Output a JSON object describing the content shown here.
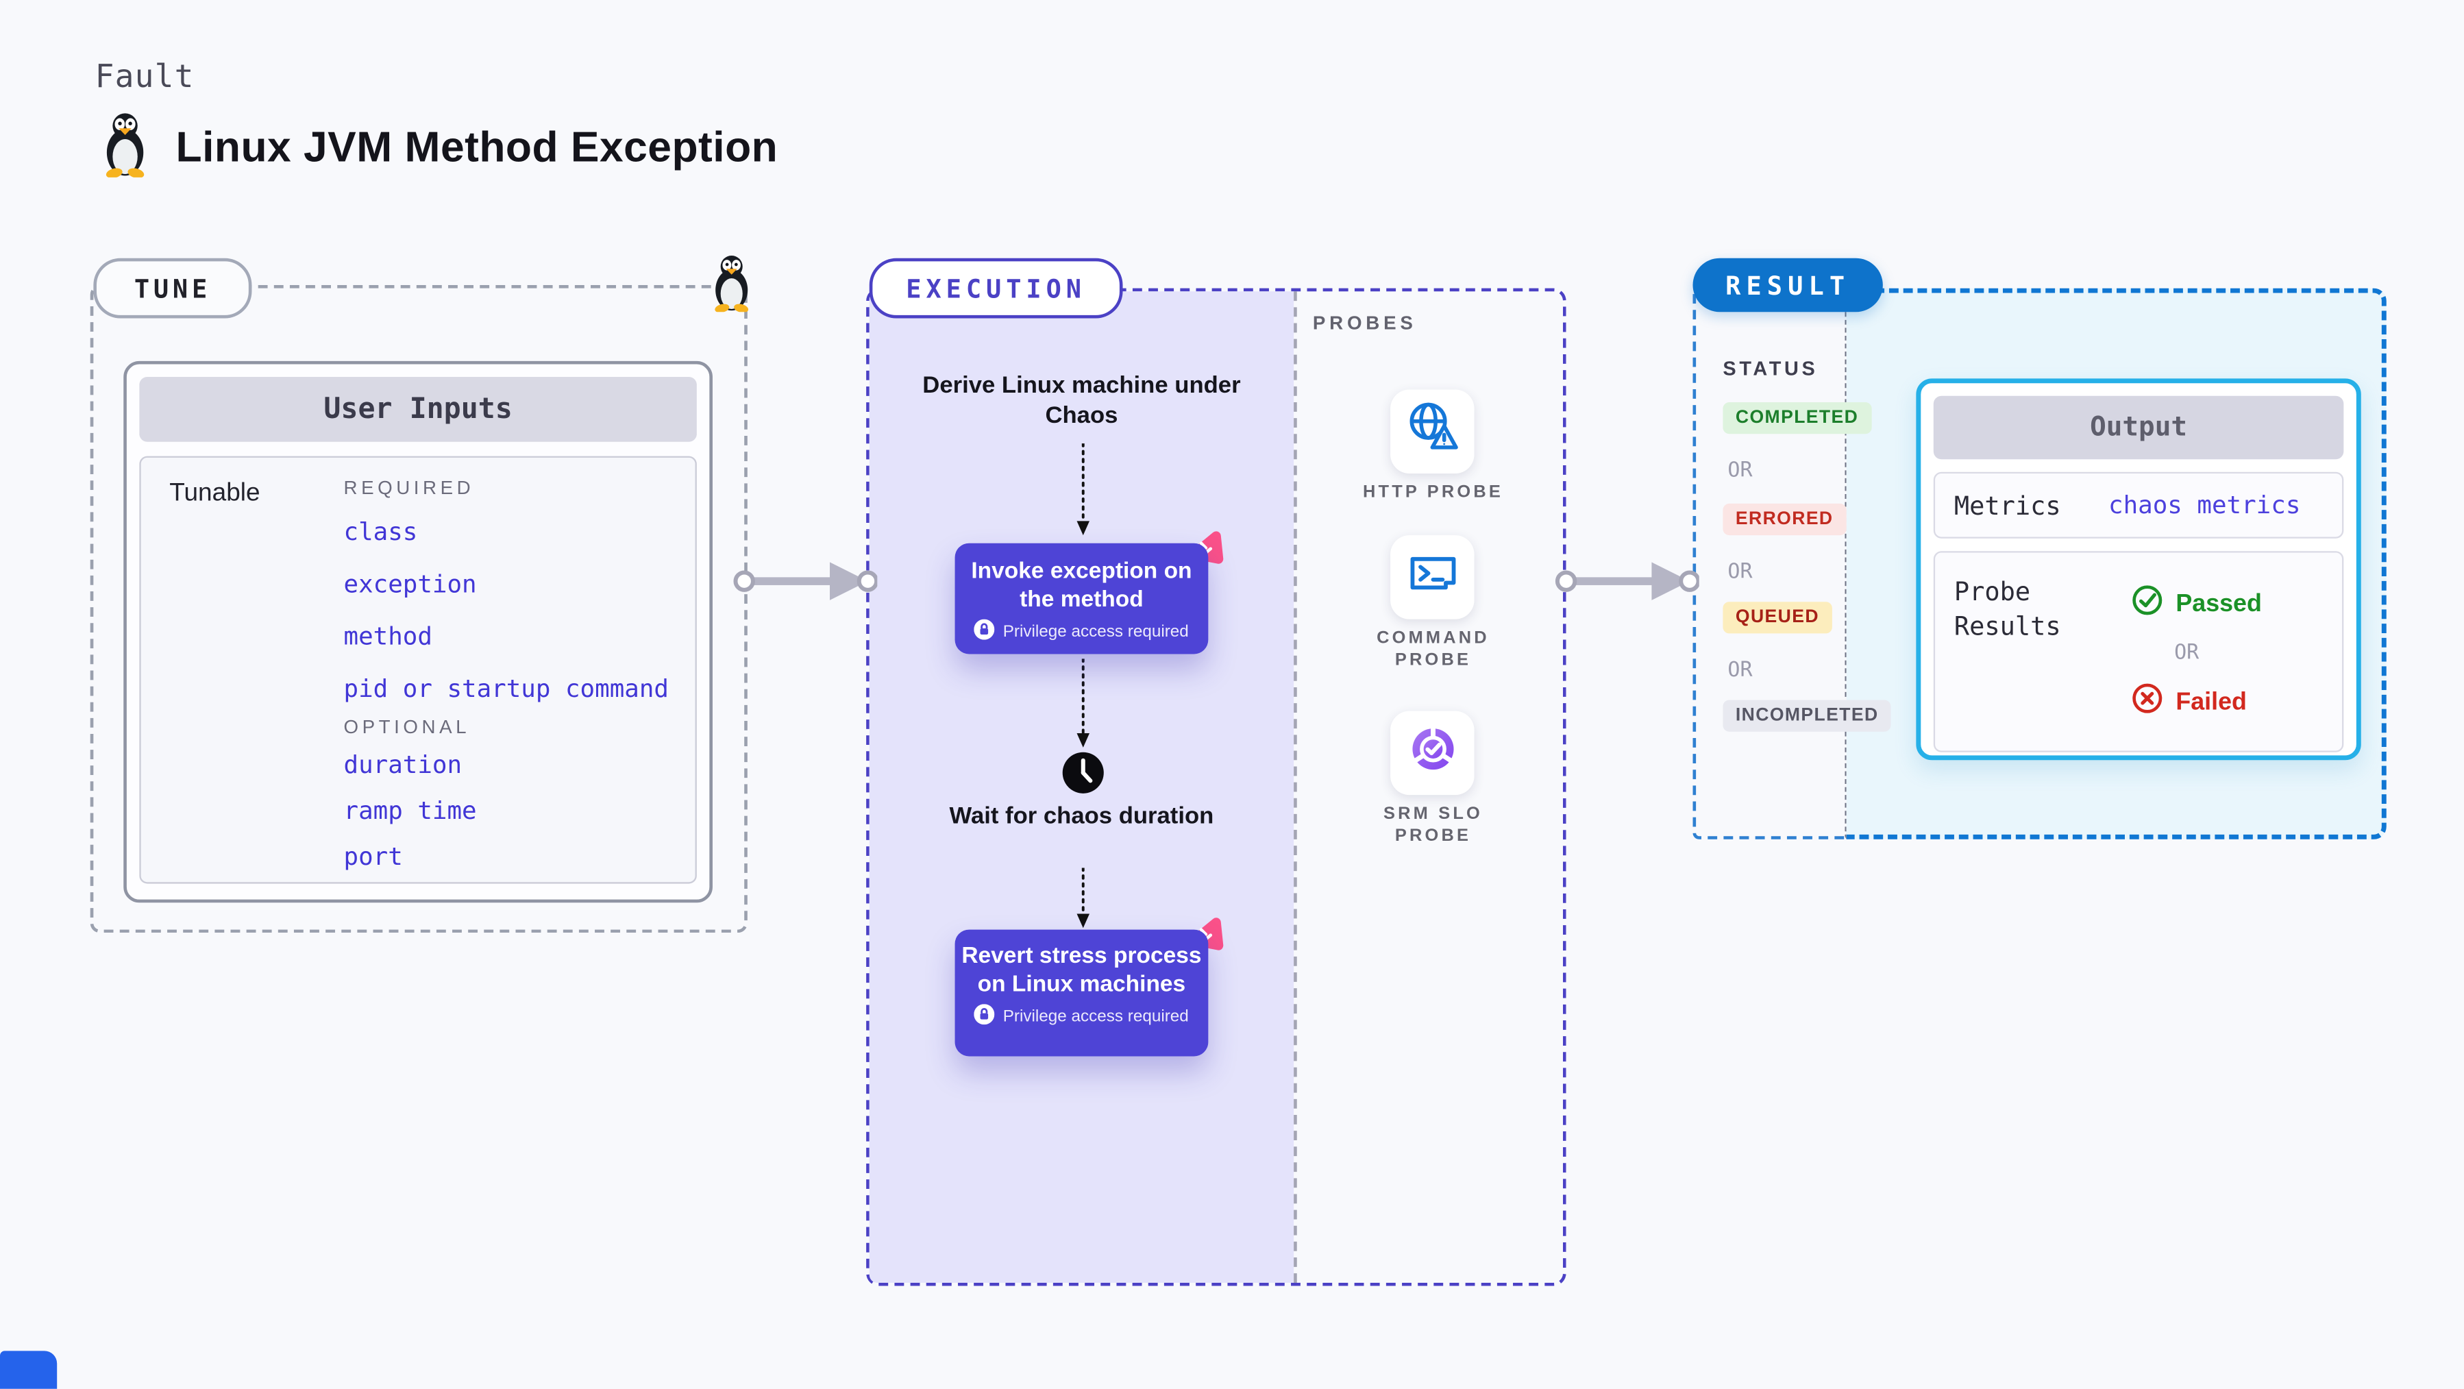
{
  "page": {
    "fault_label": "Fault",
    "title": "Linux JVM Method Exception",
    "platform_icon": "linux-tux-icon"
  },
  "tune": {
    "pill": "TUNE",
    "card_title": "User Inputs",
    "row_label": "Tunable",
    "required_label": "REQUIRED",
    "required": [
      "class",
      "exception",
      "method",
      "pid or startup command"
    ],
    "optional_label": "OPTIONAL",
    "optional": [
      "duration",
      "ramp time",
      "port"
    ]
  },
  "execution": {
    "pill": "EXECUTION",
    "step1": "Derive Linux machine under Chaos",
    "invoke_label": "Invoke exception on the method",
    "wait_label": "Wait for chaos duration",
    "revert_label": "Revert stress process on Linux machines",
    "privilege_badge": "Privilege access required"
  },
  "probes": {
    "label": "PROBES",
    "items": [
      {
        "name": "HTTP PROBE",
        "icon": "globe-alert-icon"
      },
      {
        "name": "COMMAND PROBE",
        "icon": "terminal-icon"
      },
      {
        "name": "SRM SLO PROBE",
        "icon": "slo-pie-check-icon"
      }
    ]
  },
  "result": {
    "pill": "RESULT",
    "status_label": "STATUS",
    "or_label": "OR",
    "statuses": [
      {
        "label": "COMPLETED",
        "color": "#1c7e2b",
        "bg": "#def3de"
      },
      {
        "label": "ERRORED",
        "color": "#c12b20",
        "bg": "#fbe5e4"
      },
      {
        "label": "QUEUED",
        "color": "#a62117",
        "bg": "#fcedbd"
      },
      {
        "label": "INCOMPLETED",
        "color": "#565664",
        "bg": "#e8e9f0"
      }
    ],
    "output": {
      "title": "Output",
      "metrics_label": "Metrics",
      "metrics_value": "chaos metrics",
      "probe_results_label": "Probe Results",
      "passed_label": "Passed",
      "failed_label": "Failed"
    }
  },
  "colors": {
    "page_bg": "#f8f9fc",
    "execution_indigo": "#4b41c5",
    "execution_fill": "#e4e3fb",
    "button_indigo": "#4e44d6",
    "result_blue": "#0e73cb",
    "output_fill": "#e9f6fc",
    "output_border": "#26b0e8",
    "tunable_blue": "#4136d6",
    "arrow_gray": "#b5b5c5",
    "chaos_pink": "#fa5189",
    "passed_green": "#1b9127",
    "failed_red": "#d2281e"
  }
}
